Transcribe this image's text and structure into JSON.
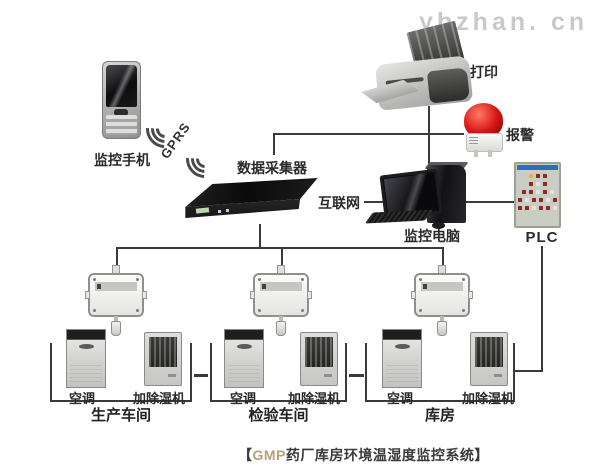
{
  "watermark": "ybzhan. cn",
  "labels": {
    "phone": "监控手机",
    "gprs": "GPRS",
    "collector": "数据采集器",
    "printer": "打印",
    "alarm": "报警",
    "internet": "互联网",
    "computer": "监控电脑",
    "plc": "PLC"
  },
  "rooms": [
    {
      "name": "生产车间",
      "ac": "空调",
      "dehumidifier": "加除湿机"
    },
    {
      "name": "检验车间",
      "ac": "空调",
      "dehumidifier": "加除湿机"
    },
    {
      "name": "库房",
      "ac": "空调",
      "dehumidifier": "加除湿机"
    }
  ],
  "caption": {
    "open": "【",
    "brand": "GMP",
    "text": "药厂库房环境温湿度监控系统",
    "close": "】"
  },
  "colors": {
    "line": "#3a3a3a",
    "brand_gold": "#b3a278",
    "watermark_gray": "#c9c9c9",
    "alarm_red": "#d61414",
    "plc_header_blue": "#2f6bbf"
  }
}
